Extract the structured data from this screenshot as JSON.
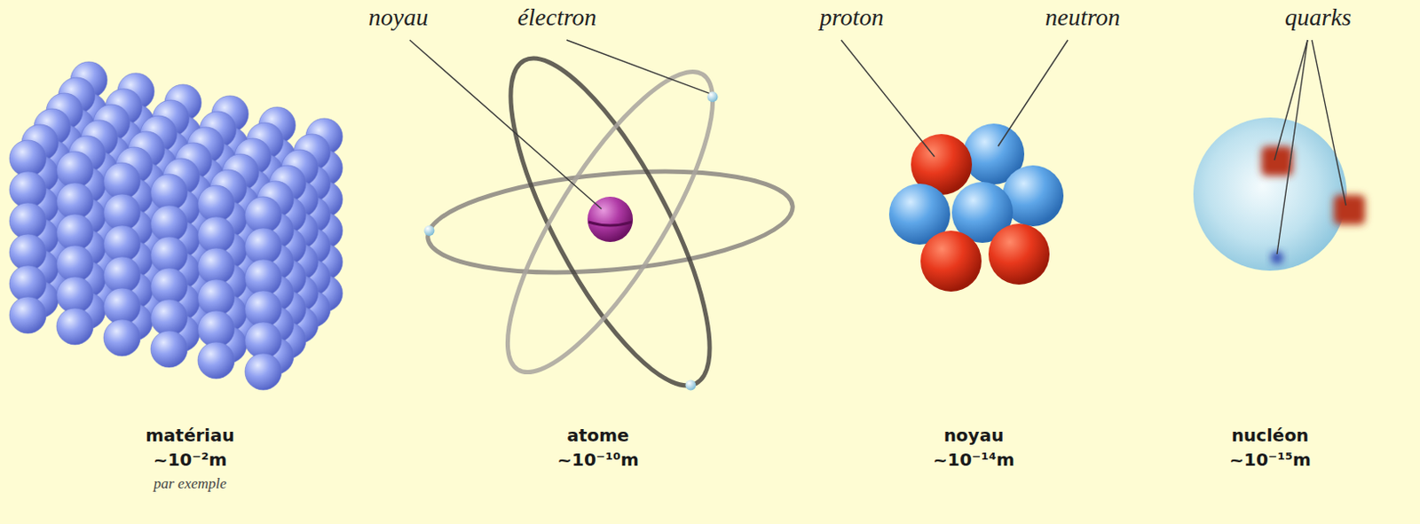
{
  "diagram": {
    "labels": [
      "noyau",
      "électron",
      "proton",
      "neutron",
      "quarks",
      "matériau",
      "~10⁻²m",
      "par exemple",
      "atome",
      "~10⁻¹⁰m",
      "noyau",
      "~10⁻¹⁴m",
      "nucléon",
      "~10⁻¹⁵m"
    ]
  }
}
